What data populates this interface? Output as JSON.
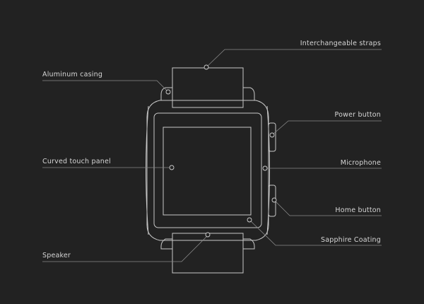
{
  "labels": {
    "straps": "Interchangeable straps",
    "casing": "Aluminum casing",
    "power": "Power  button",
    "touch": "Curved touch panel",
    "microphone": "Microphone",
    "home": "Home button",
    "sapphire": "Sapphire Coating",
    "speaker": "Speaker"
  },
  "colors": {
    "background": "#222222",
    "outline": "#c8c8c8",
    "leader": "#8a8a8a",
    "text": "#d6d6d6"
  }
}
